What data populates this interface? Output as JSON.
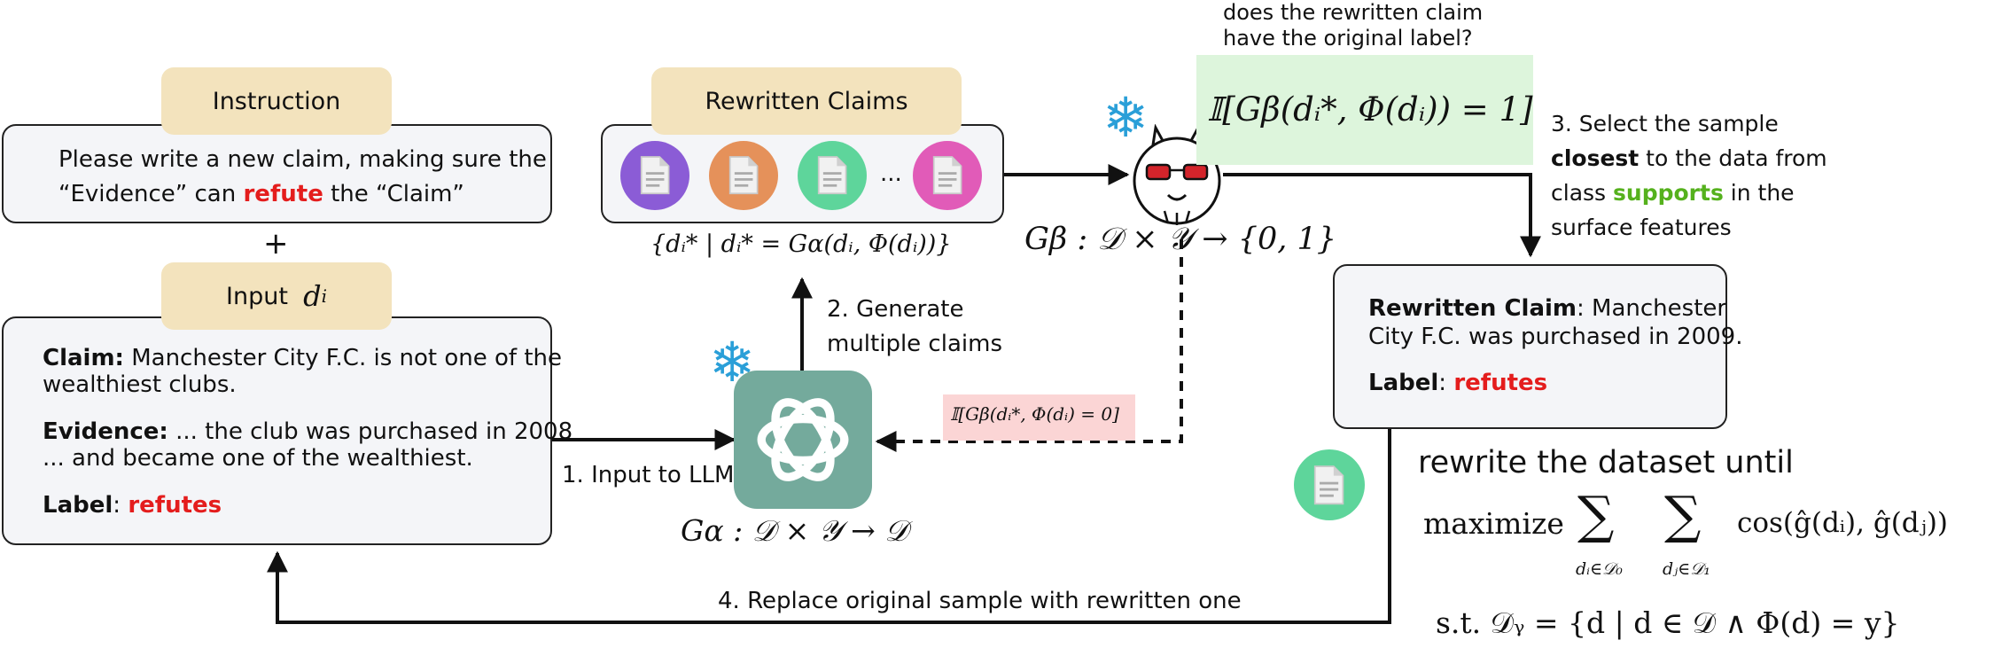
{
  "instruction": {
    "tag": "Instruction",
    "line1": "Please write a new claim, making sure the",
    "line2_pre": "“Evidence” can ",
    "line2_refute": "refute",
    "line2_post": " the “Claim”"
  },
  "plus": "+",
  "input": {
    "tag": "Input",
    "tag_var": "d",
    "tag_sub": "i",
    "claim_label": "Claim:",
    "claim_text_1": " Manchester City F.C. is not one of the",
    "claim_text_2": "wealthiest clubs.",
    "evidence_label": "Evidence:",
    "evidence_text_1": " ... the club was purchased in 2008",
    "evidence_text_2": "... and became one of the wealthiest.",
    "label_label": "Label",
    "label_colon": ": ",
    "label_value": "refutes"
  },
  "rewritten_claims": {
    "tag": "Rewritten Claims",
    "ellipsis": "...",
    "colors": [
      "#8b5cd6",
      "#e5915a",
      "#5ed59b",
      "#e15bb8"
    ],
    "set_formula": "{dᵢ* | dᵢ* = Gα(dᵢ, Φ(dᵢ))}"
  },
  "steps": {
    "step1": "1. Input to LLM",
    "step2_line1": "2. Generate",
    "step2_line2": "multiple claims",
    "step3_line1": "3. Select the sample",
    "step3_line2": "closest",
    "step3_line2_post": " to the data from",
    "step3_line3_pre": "class ",
    "step3_line3_supports": "supports",
    "step3_line3_post": " in the",
    "step3_line4": "surface features",
    "step4": "4. Replace original sample with rewritten one"
  },
  "generator_formula": "Gα : 𝒟 × 𝒴 → 𝒟",
  "discriminator_formula": "Gβ : 𝒟 × 𝒴 → {0, 1}",
  "question": {
    "line1": "does the rewritten claim",
    "line2": "have the original label?"
  },
  "indicator_true": "𝕀[Gβ(dᵢ*, Φ(dᵢ)) = 1]",
  "indicator_false": "𝕀[Gβ(dᵢ*, Φ(dᵢ) = 0]",
  "result": {
    "claim_label": "Rewritten Claim",
    "claim_text_1": ": Manchester",
    "claim_text_2": "City F.C. was purchased in 2009.",
    "label_label": "Label",
    "label_colon": ": ",
    "label_value": "refutes"
  },
  "objective": {
    "heading": "rewrite the dataset until",
    "maximize": "maximize",
    "sum": "∑",
    "sum1_sub": "dᵢ∈𝒟₀",
    "sum2_sub": "dⱼ∈𝒟₁",
    "term": "cos(ĝ(dᵢ), ĝ(dⱼ))",
    "constraint": "s.t. 𝒟ᵧ = {d | d ∈ 𝒟 ∧ Φ(d) = y}"
  },
  "colors": {
    "tag_bg": "#f3e3bd",
    "box_bg": "#f4f5f8",
    "red": "#e41d1d",
    "green": "#55b11d",
    "openai_teal": "#74aa9c",
    "single_doc": "#5ed59b",
    "pink_highlight": "#fbd5d5",
    "green_highlight": "#ddf5dc"
  },
  "icons": [
    "document-icon",
    "snowflake-icon",
    "openai-logo",
    "llama-icon",
    "arrow-icon"
  ]
}
